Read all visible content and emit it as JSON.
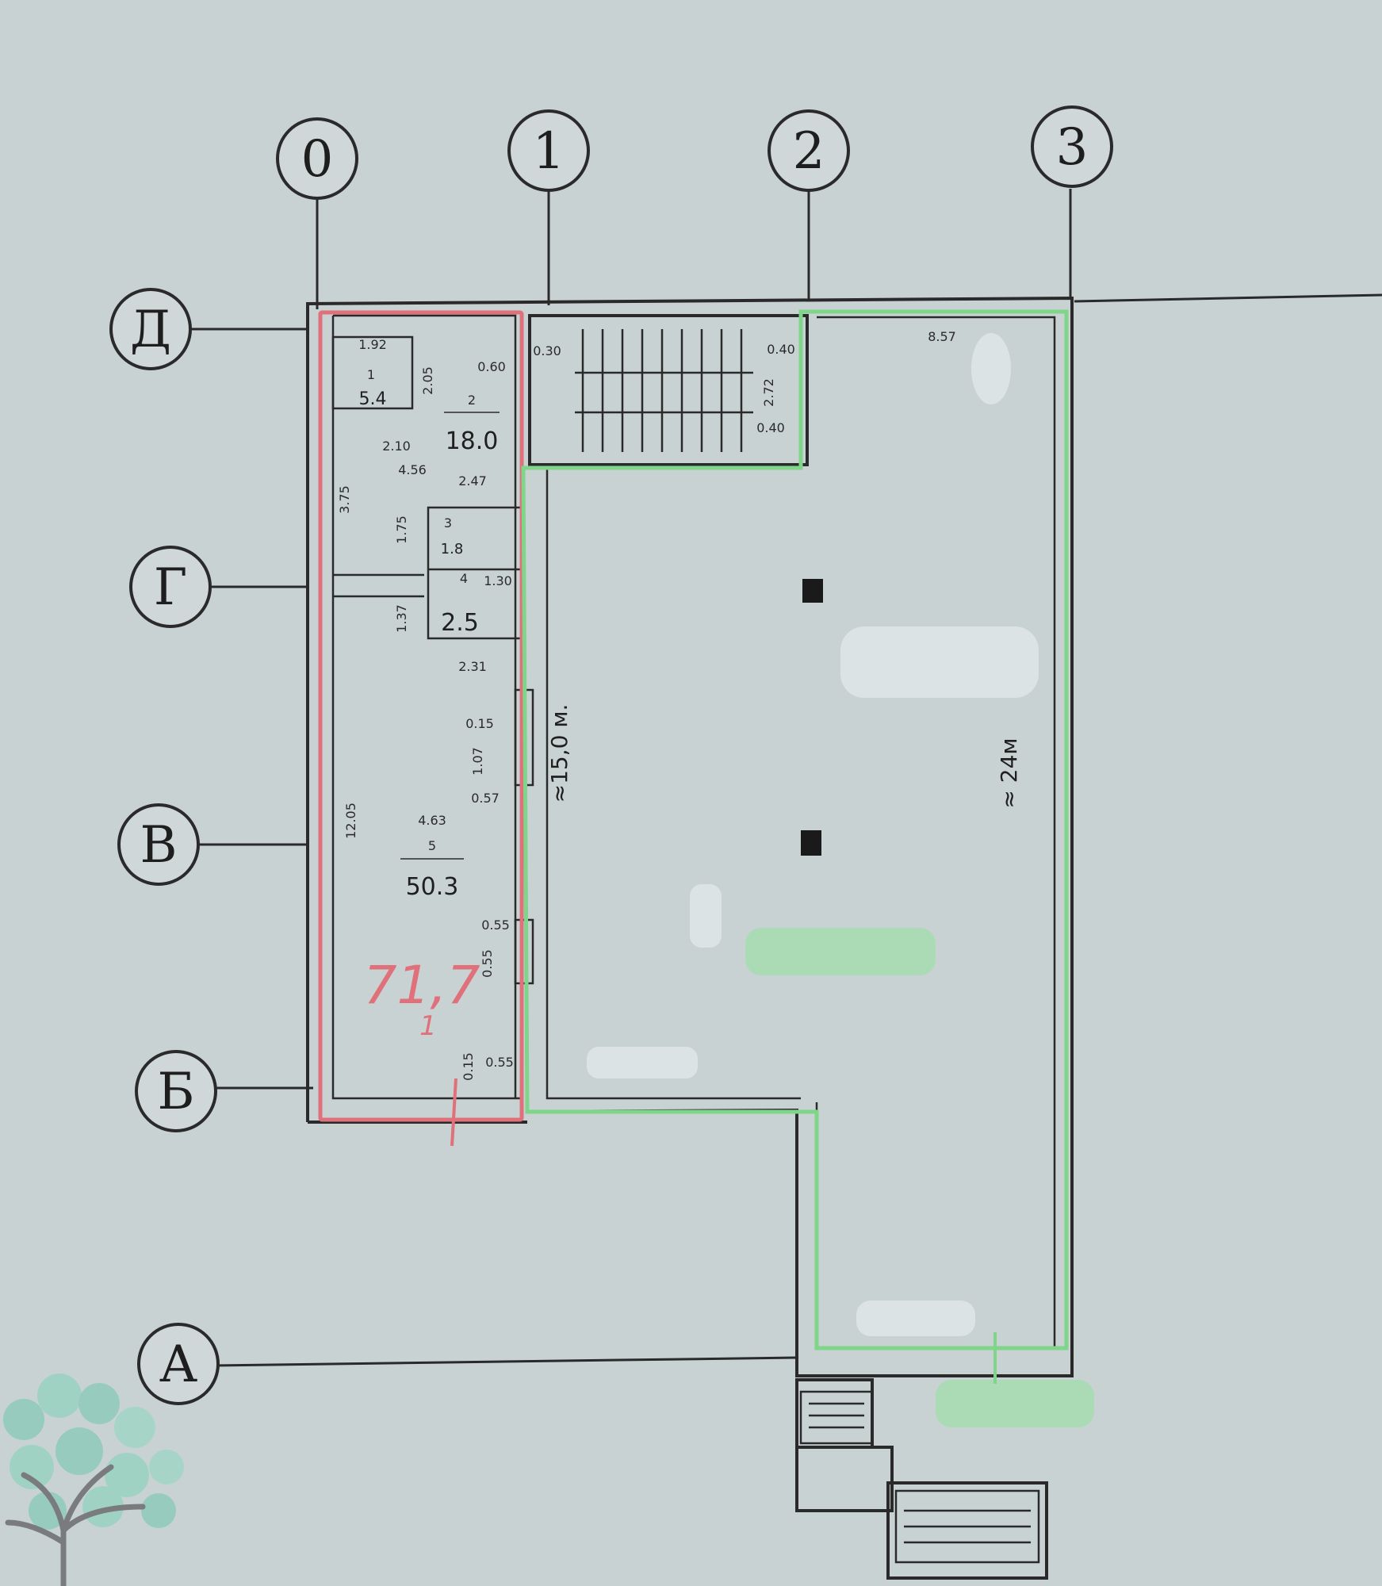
{
  "axes": {
    "columns": [
      "0",
      "1",
      "2",
      "3"
    ],
    "rows": [
      "Д",
      "Г",
      "В",
      "Б",
      "А"
    ]
  },
  "rooms": {
    "room1": {
      "number": "1",
      "area": "5.4"
    },
    "room2": {
      "number": "2",
      "area": "18.0"
    },
    "room3": {
      "number": "3",
      "area": "1.8"
    },
    "room4": {
      "number": "4",
      "area": "2.5"
    },
    "room5": {
      "number": "5",
      "area": "50.3"
    }
  },
  "dimensions": {
    "d1": "1.92",
    "d2": "2.05",
    "d3": "0.60",
    "d4": "2.10",
    "d5": "4.56",
    "d6": "2.47",
    "d7": "3.75",
    "d8": "1.75",
    "d9": "1.37",
    "d10": "2.31",
    "d11": "0.15",
    "d12": "1.07",
    "d13": "0.57",
    "d14": "12.05",
    "d15": "4.63",
    "d16": "0.55",
    "d17": "0.55",
    "d18": "0.15",
    "d19": "0.55",
    "d20": "0.40",
    "d21": "2.72",
    "d22": "0.40",
    "d23": "8.57",
    "d24": "1.30",
    "d25": "0.30"
  },
  "annotations": {
    "width_note": "≈15,0 м.",
    "length_note": "≈ 24м",
    "red_area": "71,7",
    "red_sub": "1"
  },
  "colors": {
    "highlight_red": "#e0707a",
    "highlight_green": "#7fd58a",
    "background": "#c9d2d3"
  },
  "logo": {
    "icon": "tree-logo-icon"
  }
}
